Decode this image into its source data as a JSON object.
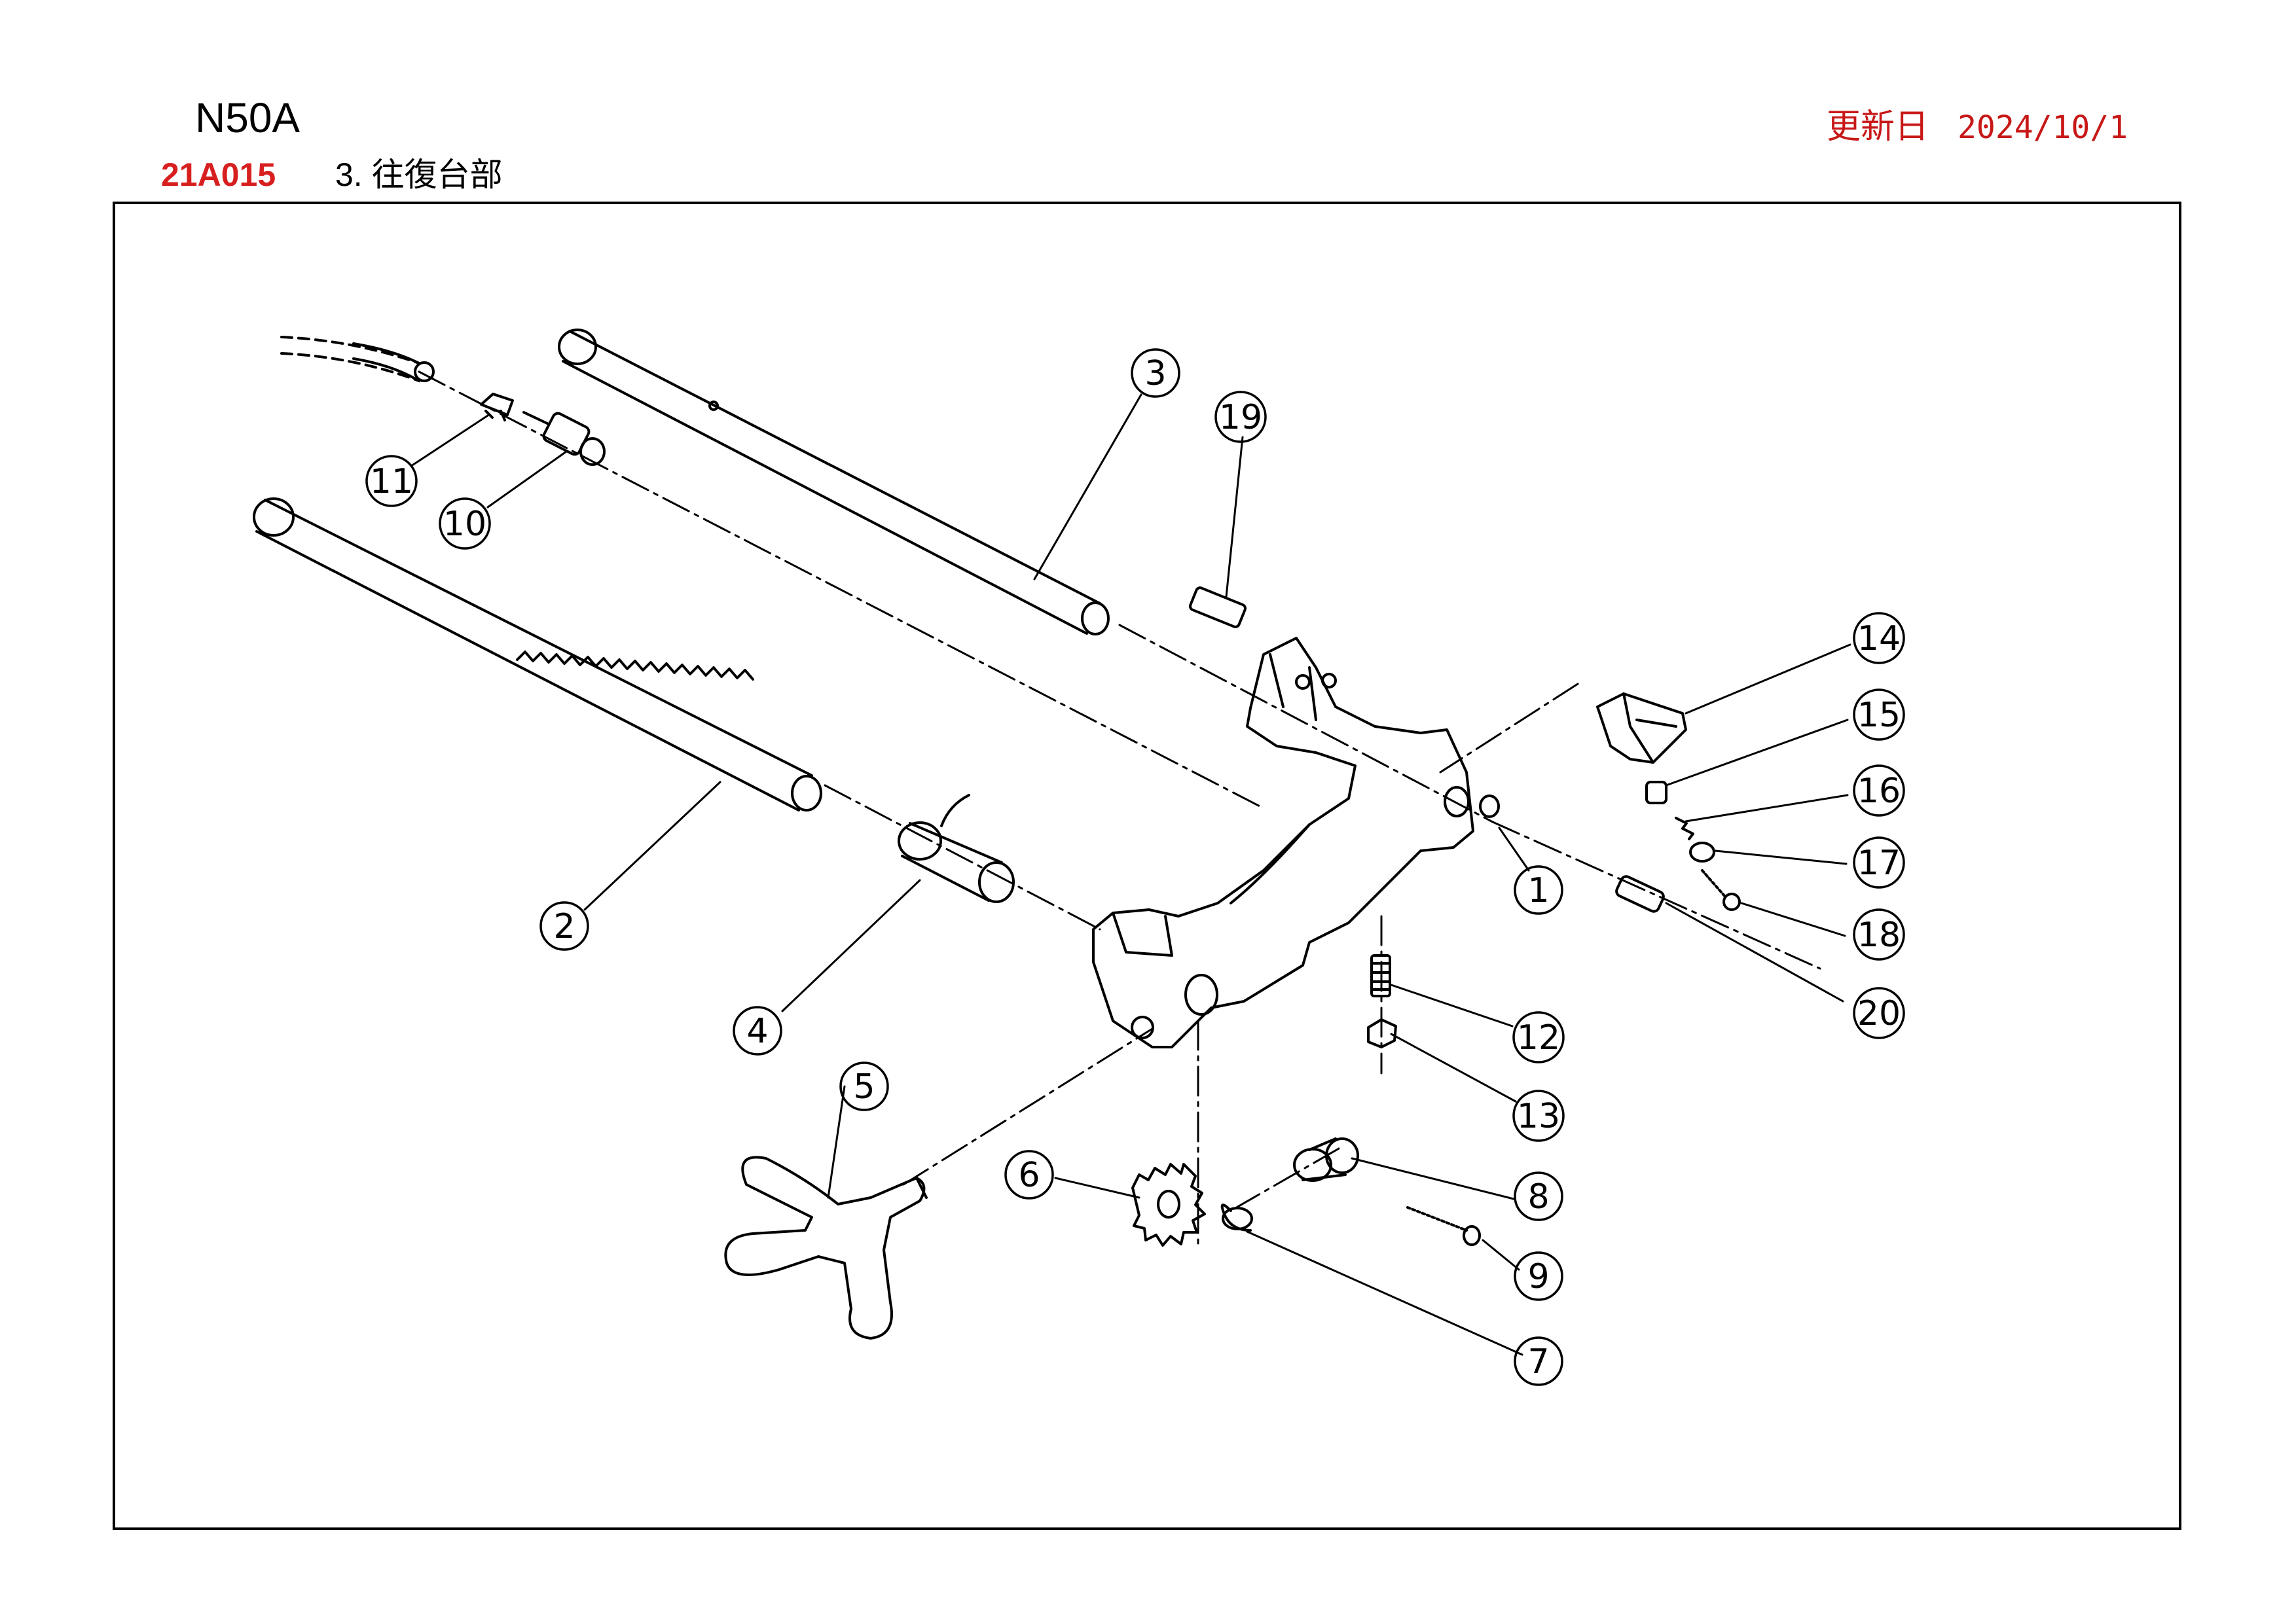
{
  "header": {
    "model": "N50A",
    "code": "21A015",
    "section": "3. 往復台部",
    "updated_label": "更新日",
    "updated_date": "2024/10/1"
  },
  "colors": {
    "code": "#d81f1f",
    "updated": "#c81818",
    "line": "#000000"
  },
  "diagram": {
    "callouts": [
      "1",
      "2",
      "3",
      "4",
      "5",
      "6",
      "7",
      "8",
      "9",
      "10",
      "11",
      "12",
      "13",
      "14",
      "15",
      "16",
      "17",
      "18",
      "19",
      "20"
    ]
  }
}
